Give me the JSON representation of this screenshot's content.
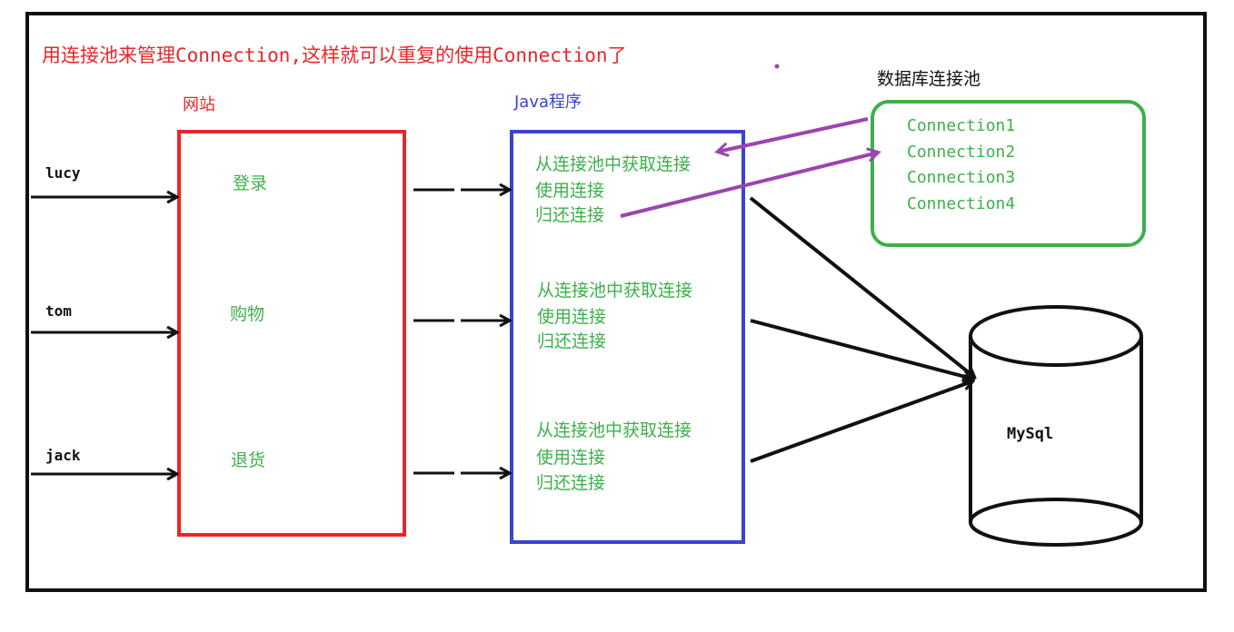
{
  "diagram": {
    "title": "用连接池来管理Connection,这样就可以重复的使用Connection了",
    "website": {
      "label": "网站",
      "pages": [
        "登录",
        "购物",
        "退货"
      ]
    },
    "users": [
      "lucy",
      "tom",
      "jack"
    ],
    "java_program": {
      "label": "Java程序",
      "steps": [
        "从连接池中获取连接",
        "使用连接",
        "归还连接"
      ]
    },
    "pool": {
      "label": "数据库连接池",
      "connections": [
        "Connection1",
        "Connection2",
        "Connection3",
        "Connection4"
      ]
    },
    "database": {
      "label": "MySql"
    },
    "colors": {
      "title": "#e8262a",
      "website_box": "#e8262a",
      "java_box": "#3b43cf",
      "pool_box": "#3db04a",
      "text_green": "#3db04a",
      "purple_arrow": "#9b45b0",
      "black": "#111111"
    }
  }
}
